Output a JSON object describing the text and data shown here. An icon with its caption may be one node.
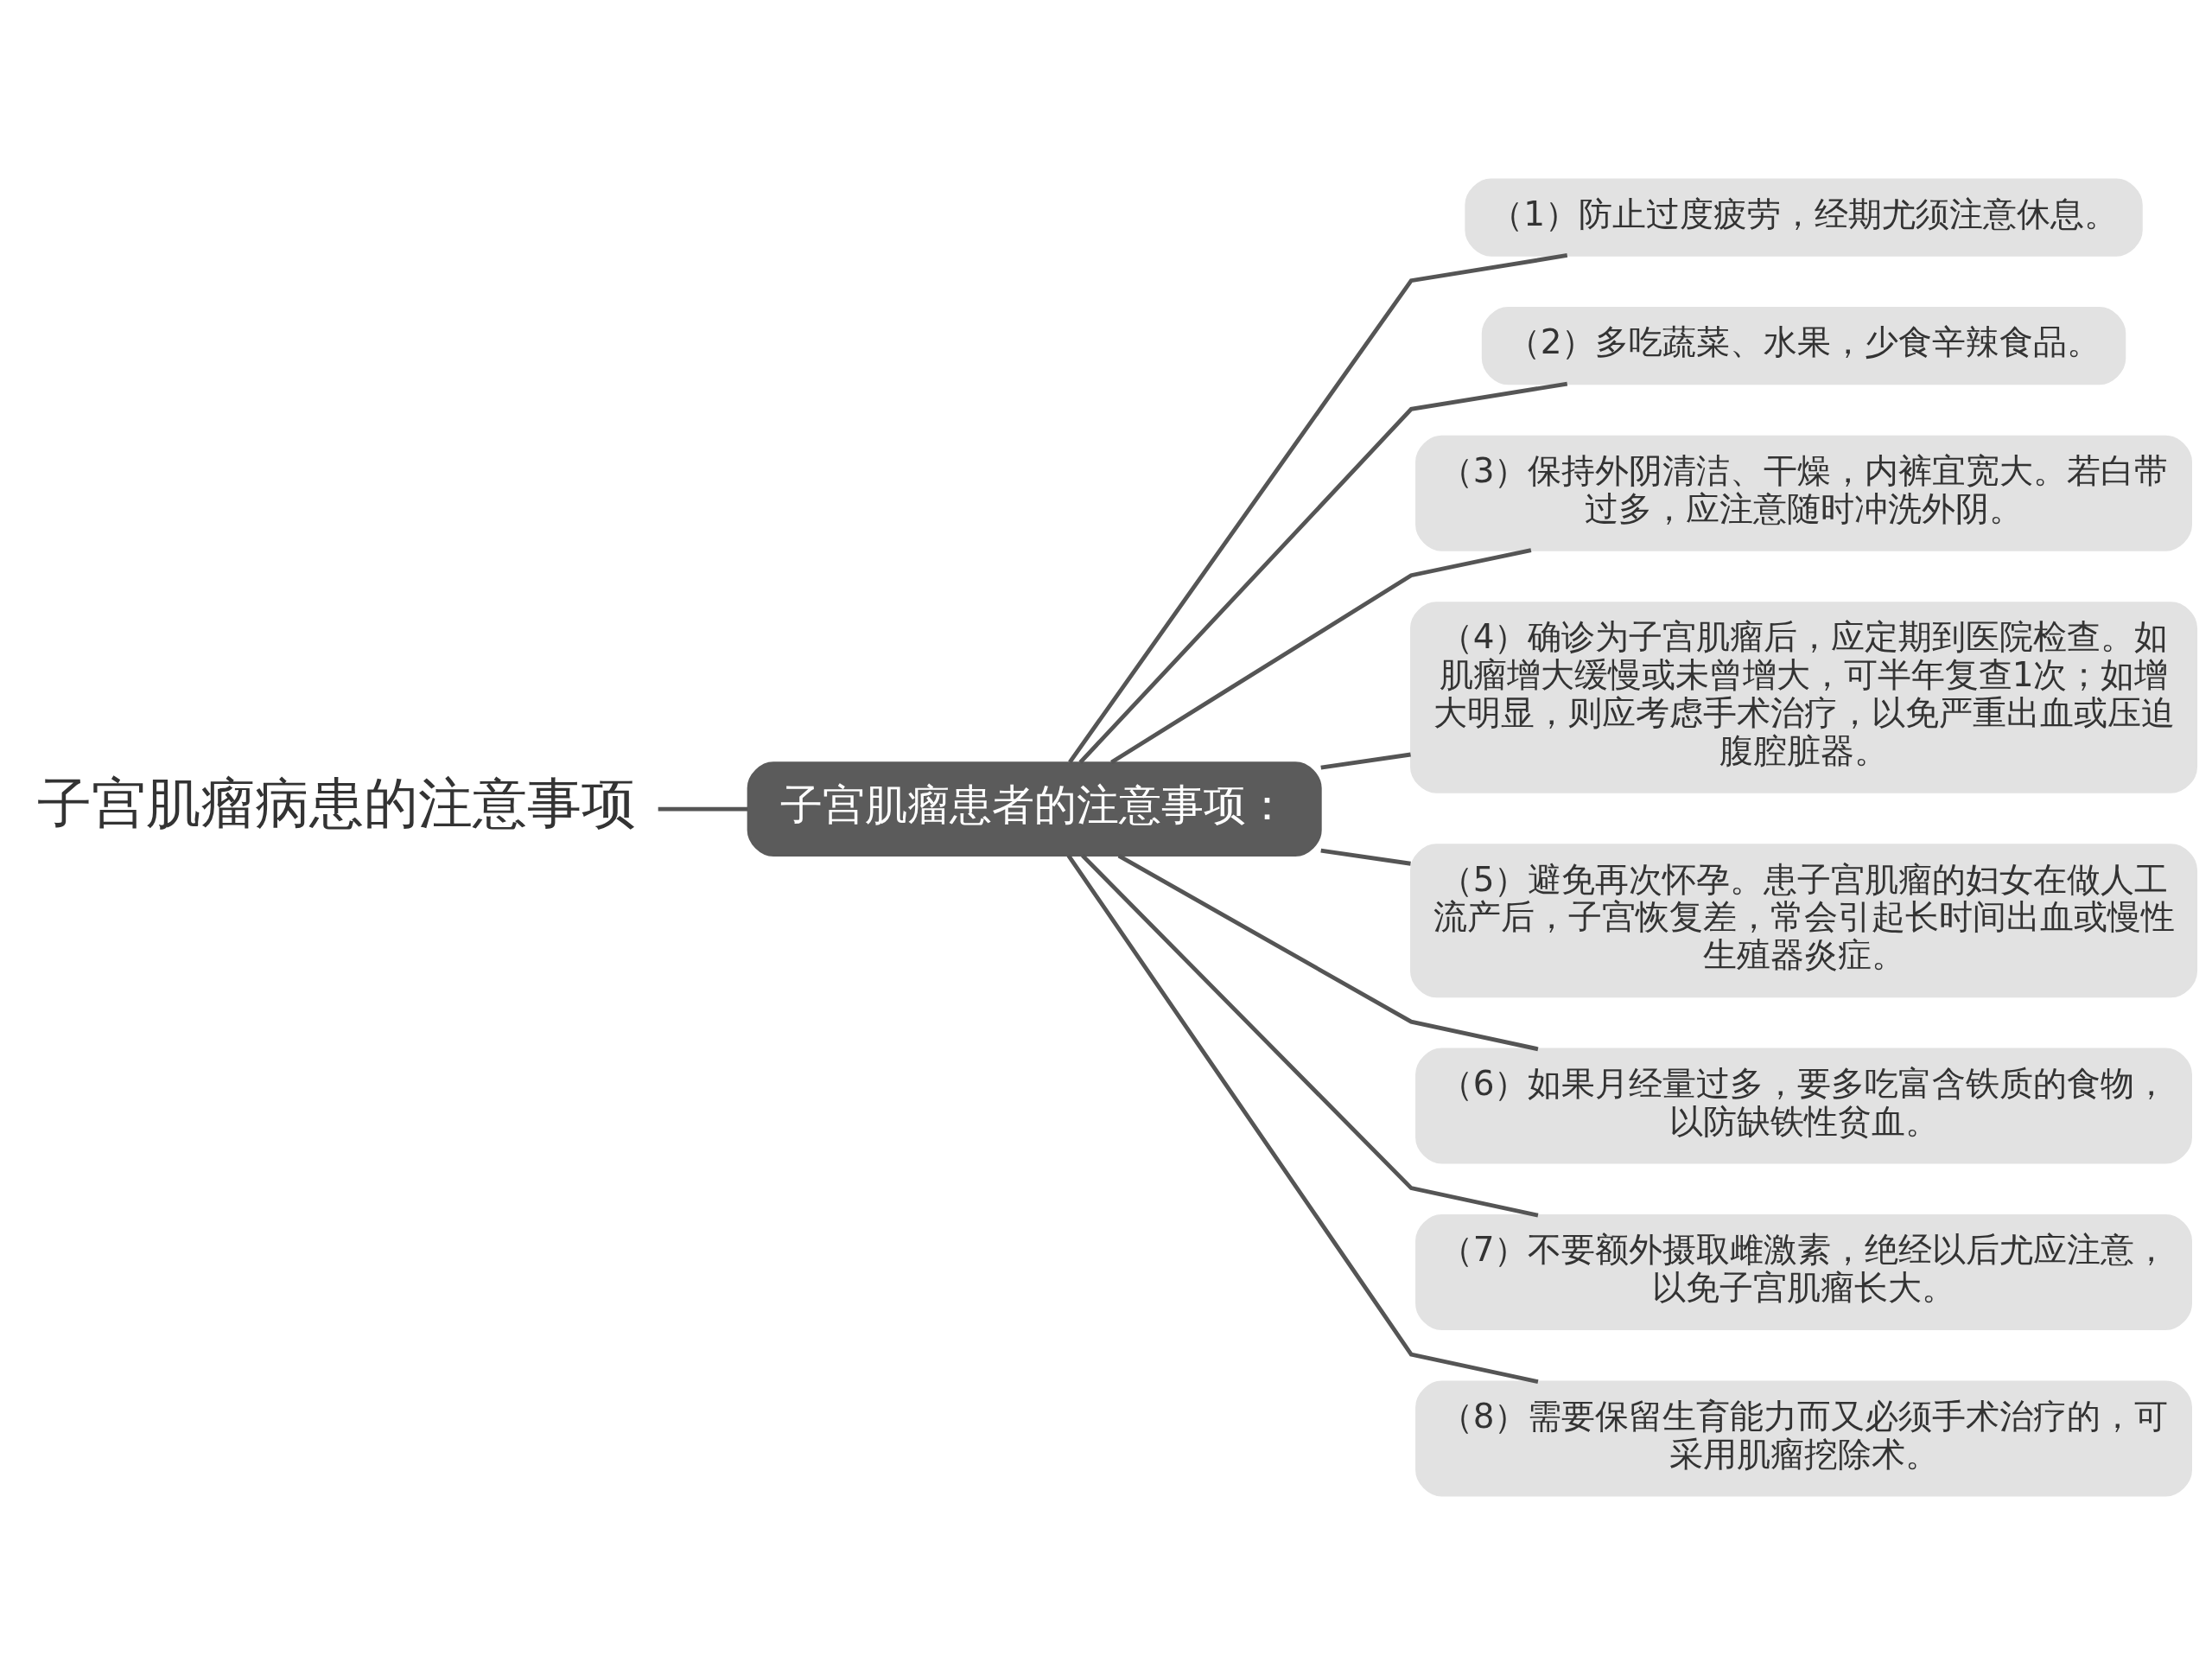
{
  "diagram": {
    "nodes": [
      {
        "text": [
          "子宫肌瘤病患的注意事项"
        ]
      },
      {
        "text": [
          "子宫肌瘤患者的注意事项："
        ]
      },
      {
        "text": [
          "（1）防止过度疲劳，经期尤须注意休息。"
        ]
      },
      {
        "text": [
          "（2）多吃蔬菜、水果，少食辛辣食品。"
        ]
      },
      {
        "text": [
          "（3）保持外阴清洁、干燥，内裤宜宽大。若白带过多，应注意随时冲洗外阴。"
        ]
      },
      {
        "text": [
          "（4）确诊为子宫肌瘤后，应定期到医院检查。如肌瘤增大缓慢或未曾增大，可半年复查1次；如增大明显，则应考虑手术治疗，以免严重出血或压迫腹腔脏器。"
        ]
      },
      {
        "text": [
          "（5）避免再次怀孕。患子宫肌瘤的妇女在做人工流产后，子宫恢复差，常会引起长时间出血或慢性生殖器炎症。"
        ]
      },
      {
        "text": [
          "（6）如果月经量过多，要多吃富含铁质的食物，以防缺铁性贫血。"
        ]
      },
      {
        "text": [
          "（7）不要额外摄取雌激素，绝经以后尤应注意，以免子宫肌瘤长大。"
        ]
      },
      {
        "text": [
          "（8）需要保留生育能力而又必须手术治疗的，可采用肌瘤挖除术。"
        ]
      }
    ],
    "edges": [
      {
        "from": 0,
        "to": 1,
        "arrow": "none"
      },
      {
        "from": 1,
        "to": 2,
        "arrow": "none"
      },
      {
        "from": 1,
        "to": 3,
        "arrow": "none"
      },
      {
        "from": 1,
        "to": 4,
        "arrow": "none"
      },
      {
        "from": 1,
        "to": 5,
        "arrow": "none"
      },
      {
        "from": 1,
        "to": 6,
        "arrow": "none"
      },
      {
        "from": 1,
        "to": 7,
        "arrow": "none"
      },
      {
        "from": 1,
        "to": 8,
        "arrow": "none"
      },
      {
        "from": 1,
        "to": 9,
        "arrow": "none"
      }
    ]
  }
}
